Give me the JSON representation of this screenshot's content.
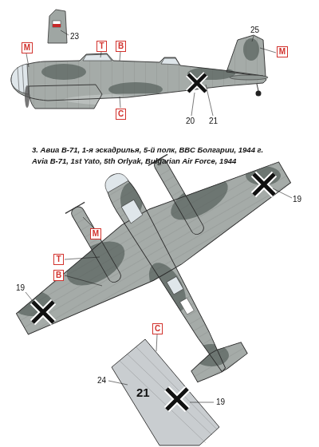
{
  "diagram": {
    "caption": "3. Авиа B-71, 1-я эскадрилья, 5-й полк, ВВС Болгарии, 1944 г.",
    "nodes": [
      {
        "text": [
          "M"
        ]
      },
      {
        "text": [
          "T"
        ]
      },
      {
        "text": [
          "B"
        ]
      },
      {
        "text": [
          "C"
        ]
      },
      {
        "text": [
          "M"
        ]
      },
      {
        "text": [
          "M"
        ]
      },
      {
        "text": [
          "T"
        ]
      },
      {
        "text": [
          "B"
        ]
      },
      {
        "text": [
          "C"
        ]
      }
    ],
    "labels": [
      "23",
      "25",
      "20",
      "21",
      "Avia B-71, 1st Yato, 5th Orlyak, Bulgarian Air Force, 1944",
      "19",
      "19",
      "24",
      "21",
      "19"
    ]
  }
}
